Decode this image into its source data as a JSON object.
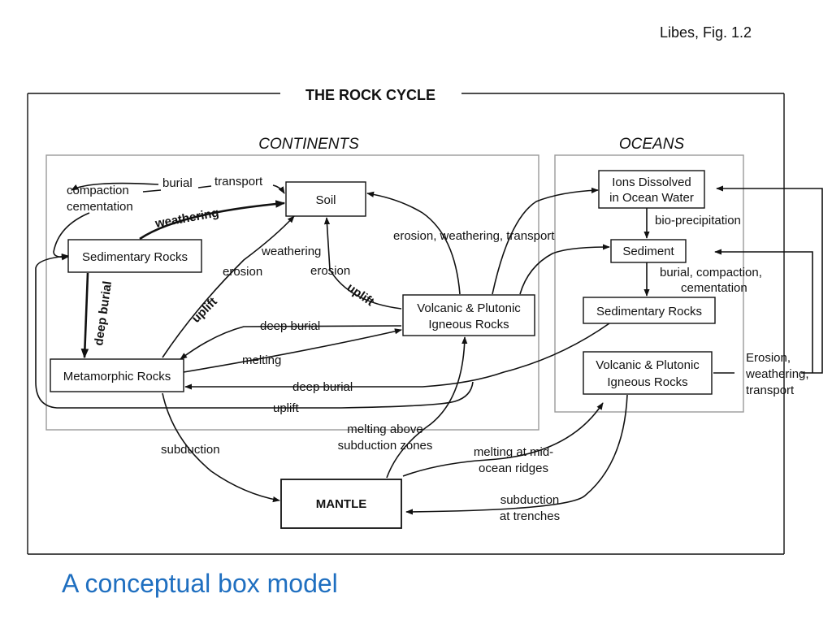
{
  "source_label": "Libes, Fig. 1.2",
  "caption": "A conceptual box model",
  "diagram": {
    "title": "THE ROCK CYCLE",
    "regions": {
      "continents": "CONTINENTS",
      "oceans": "OCEANS"
    },
    "boxes": {
      "soil": "Soil",
      "sedimentary_cont": "Sedimentary Rocks",
      "metamorphic": "Metamorphic Rocks",
      "volcanic_cont_1": "Volcanic & Plutonic",
      "volcanic_cont_2": "Igneous Rocks",
      "ions_1": "Ions Dissolved",
      "ions_2": "in Ocean Water",
      "sediment": "Sediment",
      "sedimentary_ocean": "Sedimentary Rocks",
      "volcanic_ocean_1": "Volcanic & Plutonic",
      "volcanic_ocean_2": "Igneous Rocks",
      "mantle": "MANTLE"
    },
    "labels": {
      "burial": "burial",
      "transport": "transport",
      "compaction": "compaction",
      "cementation": "cementation",
      "weathering_bold": "weathering",
      "weathering": "weathering",
      "erosion_left": "erosion",
      "erosion_right": "erosion",
      "uplift_left": "uplift",
      "uplift_right": "uplift",
      "deep_burial_vertical": "deep burial",
      "erosion_weathering_transport": "erosion, weathering, transport",
      "deep_burial_1": "deep burial",
      "melting": "melting",
      "deep_burial_2": "deep burial",
      "uplift_bottom": "uplift",
      "bio_precipitation": "bio-precipitation",
      "burial_compaction": "burial, compaction,",
      "cementation_ocean": "cementation",
      "erosion_ocean_1": "Erosion,",
      "erosion_ocean_2": "weathering,",
      "erosion_ocean_3": "transport",
      "subduction": "subduction",
      "melting_above_1": "melting above",
      "melting_above_2": "subduction zones",
      "melting_mid_1": "melting at mid-",
      "melting_mid_2": "ocean ridges",
      "subduction_trenches_1": "subduction",
      "subduction_trenches_2": "at trenches"
    }
  }
}
